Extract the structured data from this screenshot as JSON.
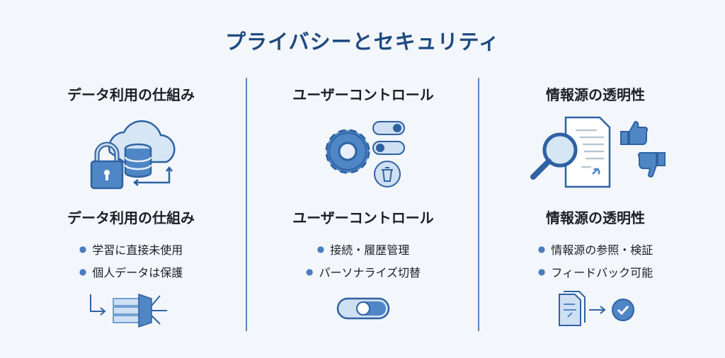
{
  "title": "プライバシーとセキュリティ",
  "columns": [
    {
      "heading": "データ利用の仕組み",
      "subheading": "データ利用の仕組み",
      "bullets": [
        "学習に直接未使用",
        "個人データは保護"
      ]
    },
    {
      "heading": "ユーザーコントロール",
      "subheading": "ユーザーコントロール",
      "bullets": [
        "接続・履歴管理",
        "パーソナライズ切替"
      ]
    },
    {
      "heading": "情報源の透明性",
      "subheading": "情報源の透明性",
      "bullets": [
        "情報源の参照・検証",
        "フィードバック可能"
      ]
    }
  ],
  "colors": {
    "accent": "#3a72b8",
    "title": "#1d4a80",
    "light": "#cfe0f3"
  }
}
